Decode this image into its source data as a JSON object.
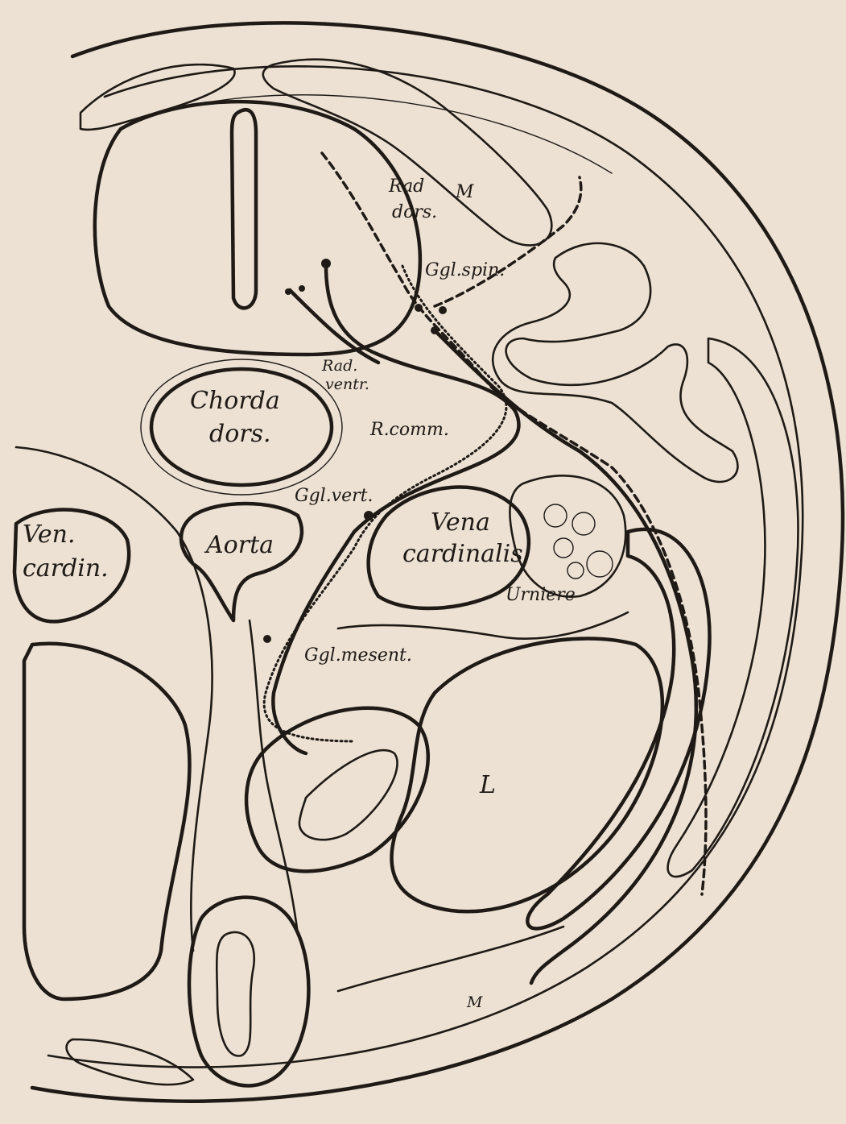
{
  "labels": {
    "rad_dors_1": "Rad",
    "rad_dors_2": "dors.",
    "muscle_m_top": "M",
    "ggl_spin": "Ggl.spin.",
    "rad_ventr_1": "Rad.",
    "rad_ventr_2": "ventr.",
    "chorda_1": "Chorda",
    "chorda_2": "dors.",
    "r_comm": "R.comm.",
    "ggl_vert": "Ggl.vert.",
    "vena_1": "Vena",
    "vena_2": "cardinalis",
    "ven_cardin_1": "Ven.",
    "ven_cardin_2": "cardin.",
    "aorta": "Aorta",
    "urniere": "Urniere",
    "ggl_mesent": "Ggl.mesent.",
    "liver_l": "L",
    "muscle_m_bottom": "M"
  },
  "colors": {
    "paper": "#ece1d3",
    "ink": "#1f1a16"
  }
}
